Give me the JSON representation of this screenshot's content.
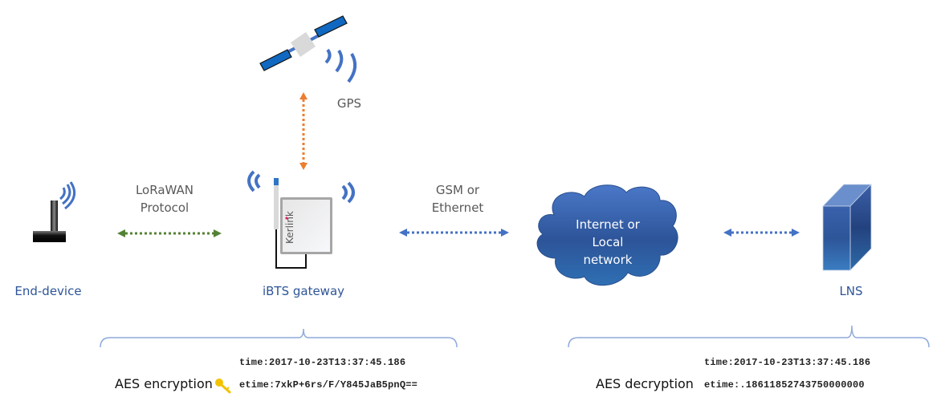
{
  "nodes": {
    "end_device": {
      "label": "End-device"
    },
    "gateway": {
      "label": "iBTS gateway",
      "brand": "Kerlink"
    },
    "gps": {
      "label": "GPS"
    },
    "network": {
      "line1": "Internet or",
      "line2": "Local",
      "line3": "network"
    },
    "lns": {
      "label": "LNS"
    }
  },
  "links": {
    "lorawan": {
      "line1": "LoRaWAN",
      "line2": "Protocol",
      "color": "#548235"
    },
    "backhaul": {
      "line1": "GSM or",
      "line2": "Ethernet",
      "color": "#4472c4"
    },
    "gps_link": {
      "color": "#ed7d31"
    },
    "lns_link": {
      "color": "#4472c4"
    }
  },
  "encryption": {
    "title": "AES encryption",
    "icon": "key-icon",
    "time": "time:2017-10-23T13:37:45.186",
    "etime": "etime:7xkP+6rs/F/Y845JaB5pnQ=="
  },
  "decryption": {
    "title": "AES decryption",
    "time": "time:2017-10-23T13:37:45.186",
    "etime": "etime:.18611852743750000000"
  },
  "colors": {
    "accent_blue": "#4472c4",
    "label_blue": "#2e5597",
    "bracket": "#8faadc",
    "cloud_top": "#4a73c0",
    "cloud_bottom": "#2e5ea8",
    "key": "#f2c200"
  }
}
